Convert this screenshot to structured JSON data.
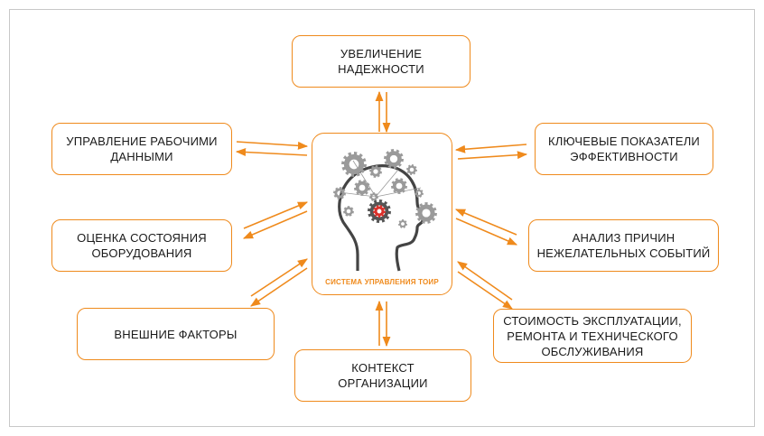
{
  "center": {
    "label": "СИСТЕМА УПРАВЛЕНИЯ ТОИР",
    "icon": "head-gears-icon"
  },
  "nodes": {
    "reliability": "УВЕЛИЧЕНИЕ\nНАДЕЖНОСТИ",
    "work_data": "УПРАВЛЕНИЕ РАБОЧИМИ\nДАННЫМИ",
    "kpi": "КЛЮЧЕВЫЕ ПОКАЗАТЕЛИ\nЭФФЕКТИВНОСТИ",
    "condition": "ОЦЕНКА СОСТОЯНИЯ\nОБОРУДОВАНИЯ",
    "root_cause": "АНАЛИЗ ПРИЧИН\nНЕЖЕЛАТЕЛЬНЫХ СОБЫТИЙ",
    "external": "ВНЕШНИЕ ФАКТОРЫ",
    "cost": "СТОИМОСТЬ ЭКСПЛУАТАЦИИ,\nРЕМОНТА И ТЕХНИЧЕСКОГО\nОБСЛУЖИВАНИЯ",
    "context": "КОНТЕКСТ\nОРГАНИЗАЦИИ"
  },
  "colors": {
    "accent": "#ef8a1c",
    "gear": "#9a9a9a",
    "gear_highlight": "#d9312b",
    "frame": "#c8c8c8"
  }
}
